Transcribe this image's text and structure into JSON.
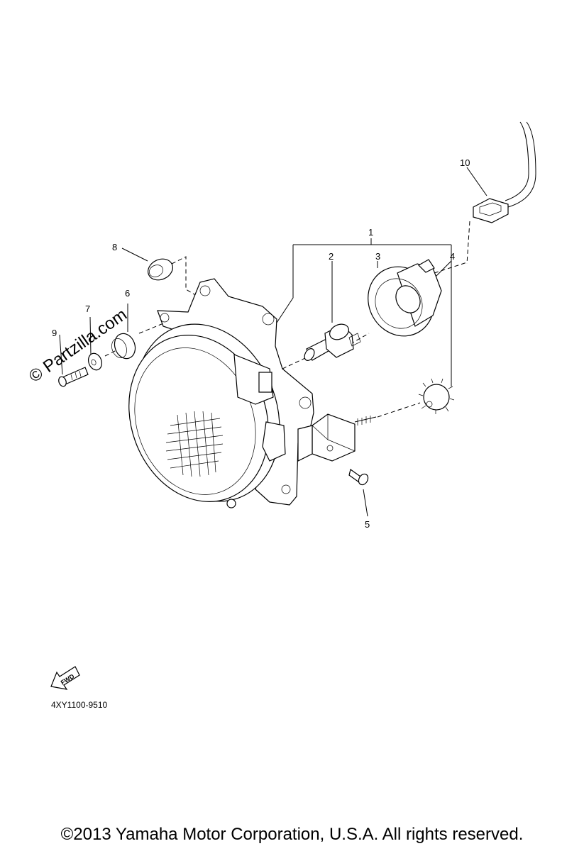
{
  "callouts": {
    "c1": "1",
    "c2": "2",
    "c3": "3",
    "c4": "4",
    "c5": "5",
    "c6": "6",
    "c7": "7",
    "c8": "8",
    "c9": "9",
    "c10": "10"
  },
  "watermark": "© Partzilla.com",
  "fwd_label": "FWD",
  "diagram_code": "4XY1100-9510",
  "copyright": "©2013 Yamaha Motor Corporation, U.S.A. All rights reserved."
}
